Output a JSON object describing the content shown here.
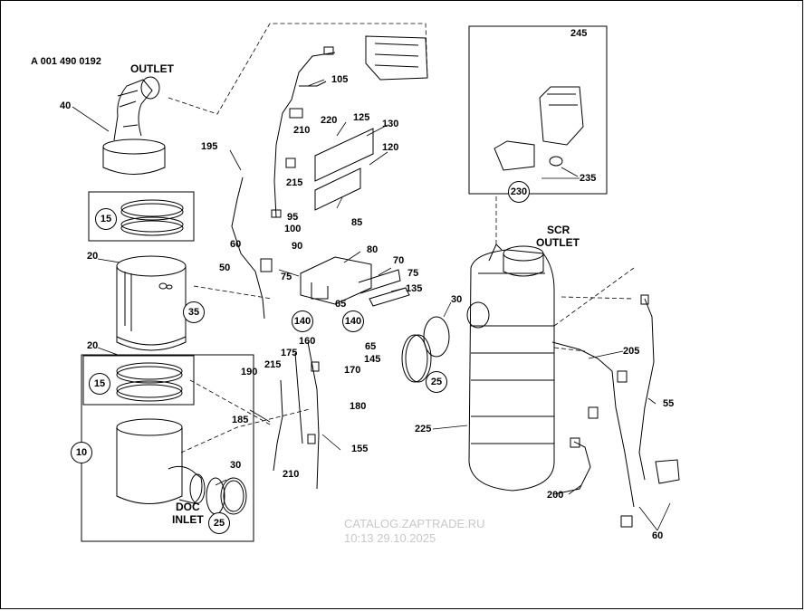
{
  "doc_number": "A 001 490 0192",
  "titles": {
    "outlet": "OUTLET",
    "scr_outlet_line1": "SCR",
    "scr_outlet_line2": "OUTLET",
    "doc_inlet_line1": "DOC",
    "doc_inlet_line2": "INLET"
  },
  "callouts": {
    "p40": "40",
    "p195": "195",
    "p105": "105",
    "p125": "125",
    "p130": "130",
    "p220": "220",
    "p210a": "210",
    "p215a": "215",
    "p120": "120",
    "p95": "95",
    "p100": "100",
    "p85": "85",
    "p90": "90",
    "p60a": "60",
    "p80": "80",
    "p50": "50",
    "p75a": "75",
    "p70": "70",
    "p75b": "75",
    "p135": "135",
    "p65a": "65",
    "p160": "160",
    "p65b": "65",
    "p175": "175",
    "p145": "145",
    "p215b": "215",
    "p190": "190",
    "p170": "170",
    "p180": "180",
    "p185": "185",
    "p155": "155",
    "p210b": "210",
    "p20a": "20",
    "p20b": "20",
    "p30a": "30",
    "p30b": "30",
    "p245": "245",
    "p235": "235",
    "p225": "225",
    "p205": "205",
    "p55": "55",
    "p200": "200",
    "p60b": "60"
  },
  "circled": {
    "c15a": "15",
    "c35": "35",
    "c15b": "15",
    "c10": "10",
    "c25a": "25",
    "c140a": "140",
    "c140b": "140",
    "c25b": "25",
    "c230": "230"
  },
  "watermark": {
    "line1": "CATALOG.ZAPTRADE.RU",
    "line2": "10:13 29.10.2025"
  }
}
